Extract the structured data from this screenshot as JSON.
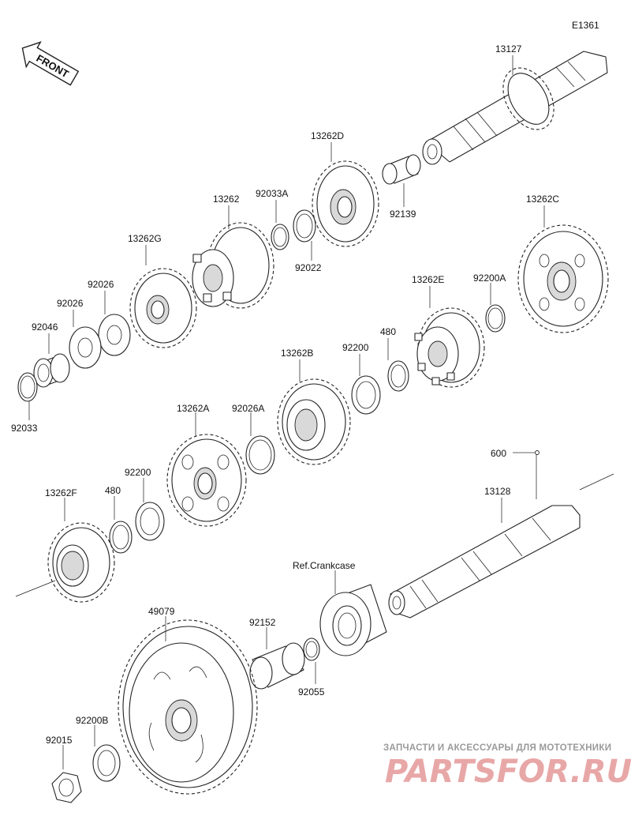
{
  "diagram_code": "E1361",
  "front_label": "FRONT",
  "parts": {
    "p13127": "13127",
    "p13262D": "13262D",
    "p92139": "92139",
    "p13262": "13262",
    "p92033A": "92033A",
    "p92022": "92022",
    "p13262C": "13262C",
    "p13262G": "13262G",
    "p92026a": "92026",
    "p92026b": "92026",
    "p92046": "92046",
    "p92033": "92033",
    "p13262E": "13262E",
    "p92200A": "92200A",
    "p480a": "480",
    "p92200a": "92200",
    "p13262B": "13262B",
    "p92026A": "92026A",
    "p13262A": "13262A",
    "p600": "600",
    "p13128": "13128",
    "p92200b": "92200",
    "p480b": "480",
    "p13262F": "13262F",
    "pRefCrankcase": "Ref.Crankcase",
    "p49079": "49079",
    "p92152": "92152",
    "p92055": "92055",
    "p92200B": "92200B",
    "p92015": "92015"
  },
  "watermark": {
    "top_text": "ЗАПЧАСТИ И АКСЕССУАРЫ ДЛЯ МОТОТЕХНИКИ",
    "logo_text": "PARTSFOR.RU"
  }
}
